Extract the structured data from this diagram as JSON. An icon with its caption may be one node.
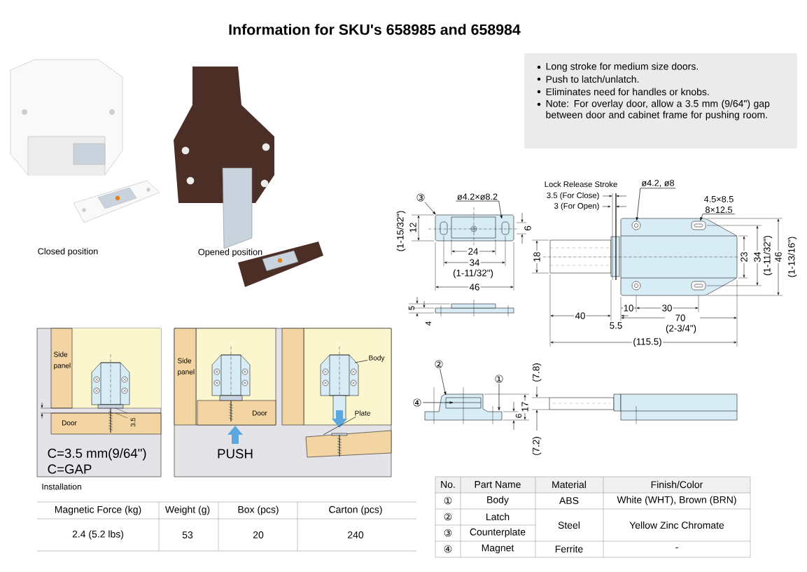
{
  "diagram": {
    "title": "Information for SKU's 658985 and 658984",
    "nodes": [
      {
        "text": [
          "③"
        ]
      },
      {
        "text": [
          "ø4.2×ø8.2"
        ]
      },
      {
        "text": [
          "ø4.2, ø8"
        ]
      },
      {
        "text": [
          "4.5×8.5",
          "8×12.5"
        ]
      },
      {
        "text": [
          "②"
        ]
      },
      {
        "text": [
          "①"
        ]
      },
      {
        "text": [
          "④"
        ]
      },
      {
        "text": [
          "Body"
        ]
      },
      {
        "text": [
          "Plate"
        ]
      },
      {
        "text": [],
        "shape": "circle"
      },
      {
        "text": [],
        "shape": "slot"
      },
      {
        "text": [],
        "shape": "circle"
      },
      {
        "text": [],
        "shape": "slot"
      }
    ],
    "edges": [
      {
        "from": 0,
        "to": null,
        "arrow": "to"
      },
      {
        "from": 1,
        "to": null,
        "arrow": "to"
      },
      {
        "from": 2,
        "to": 9,
        "arrow": "to"
      },
      {
        "from": 3,
        "to": 10,
        "arrow": "to"
      },
      {
        "from": 4,
        "to": null,
        "arrow": "to"
      },
      {
        "from": 5,
        "to": null,
        "arrow": "to"
      },
      {
        "from": 6,
        "to": null,
        "arrow": "to"
      },
      {
        "from": 7,
        "to": null,
        "arrow": "none"
      },
      {
        "from": 8,
        "to": null,
        "arrow": "none"
      }
    ],
    "labels": [
      "Closed position",
      "Opened position",
      "Long stroke for medium size doors.",
      "Push to latch/unlatch.",
      "Eliminates need for handles or knobs.",
      "Note: For overlay door, allow a 3.5 mm (9/64\") gap between door and cabinet frame for pushing room.",
      "(1-15/32\")",
      "12",
      "6",
      "24",
      "34",
      "(1-11/32\")",
      "46",
      "5",
      "4",
      "Lock Release Stroke",
      "3.5 (For Close)",
      "3 (For Open)",
      "18",
      "23",
      "34",
      "(1-11/32\")",
      "46",
      "(1-13/16\")",
      "40",
      "5.5",
      "10",
      "30",
      "70",
      "(2-3/4\")",
      "(115.5)",
      "(7.8)",
      "17",
      "6",
      "(7.2)",
      "Side panel",
      "Door",
      "3.5",
      "C=3.5 mm(9/64\")",
      "C=GAP",
      "Side panel",
      "Door",
      "PUSH",
      "Installation",
      "Magnetic Force (kg)",
      "Weight (g)",
      "Box (pcs)",
      "Carton (pcs)",
      "2.4 (5.2 lbs)",
      "53",
      "20",
      "240",
      "No.",
      "Part Name",
      "Material",
      "Finish/Color",
      "①",
      "Body",
      "ABS",
      "White (WHT), Brown (BRN)",
      "②",
      "Latch",
      "Steel",
      "Yellow Zinc Chromate",
      "③",
      "Counterplate",
      "④",
      "Magnet",
      "Ferrite",
      "-"
    ]
  }
}
